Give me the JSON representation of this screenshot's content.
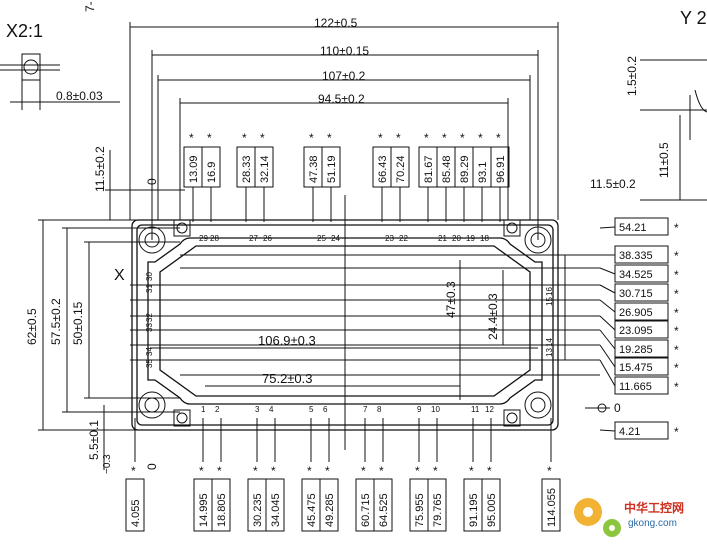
{
  "views": {
    "left": "X2:1",
    "right": "Y 2",
    "x_mark": "X"
  },
  "pitch": "0.8±0.03",
  "right_dims": {
    "d1": "1.5±0.2",
    "d2": "11±0.5",
    "right_margin": "11.5±0.2"
  },
  "left_dims": {
    "margin": "11.5±0.2",
    "zero": "0",
    "h62": "62±0.5",
    "h57": "57.5±0.2",
    "h50": "50±0.15",
    "b1": "5.5±0.1",
    "b2": "−0.3",
    "bottom_zero": "0"
  },
  "top_dims": [
    "122±0.5",
    "110±0.15",
    "107±0.2",
    "94.5±0.2"
  ],
  "inner_dims": {
    "w1": "106.9±0.3",
    "w2": "75.2±0.3",
    "v1": "47±0.3",
    "v2": "24.4±0.3"
  },
  "top_pin_values": [
    "13.09",
    "16.9",
    "28.33",
    "32.14",
    "47.38",
    "51.19",
    "66.43",
    "70.24",
    "81.67",
    "85.48",
    "89.29",
    "93.1",
    "96.91"
  ],
  "top_pin_numbers": [
    "29",
    "28",
    "27",
    "26",
    "25",
    "24",
    "23",
    "22",
    "21",
    "20",
    "19",
    "18"
  ],
  "bottom_pin_values": [
    "4.055",
    "14.995",
    "18.805",
    "30.235",
    "34.045",
    "45.475",
    "49.285",
    "60.715",
    "64.525",
    "75.955",
    "79.765",
    "91.195",
    "95.005",
    "114.055"
  ],
  "bottom_pin_numbers": [
    "1",
    "2",
    "3",
    "4",
    "5",
    "6",
    "7",
    "8",
    "9",
    "10",
    "11",
    "12"
  ],
  "left_pin_numbers": [
    "30",
    "31",
    "32",
    "33",
    "34",
    "35"
  ],
  "right_pin_numbers": [
    "16",
    "15",
    "14",
    "13"
  ],
  "right_values": [
    "54.21",
    "38.335",
    "34.525",
    "30.715",
    "26.905",
    "23.095",
    "19.285",
    "15.475",
    "11.665",
    "4.21"
  ],
  "right_zero": "0",
  "star": "*",
  "watermark": {
    "cn": "中华工控网",
    "url": "gkong.com"
  }
}
